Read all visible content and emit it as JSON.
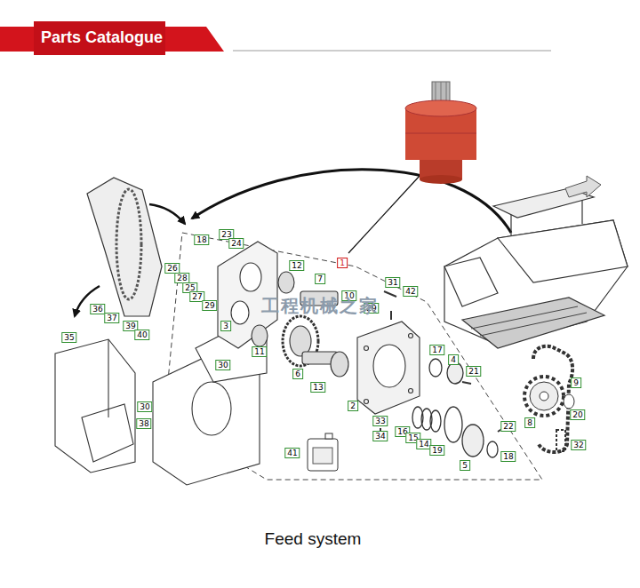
{
  "diagram": {
    "title": "Parts Catalogue",
    "caption": "Feed system",
    "labels": [
      "1",
      "18",
      "23",
      "24",
      "12",
      "7",
      "26",
      "28",
      "25",
      "27",
      "29",
      "3",
      "10",
      "31",
      "42",
      "29",
      "36",
      "37",
      "39",
      "40",
      "35",
      "11",
      "6",
      "13",
      "17",
      "4",
      "21",
      "9",
      "2",
      "30",
      "30",
      "38",
      "33",
      "34",
      "16",
      "15",
      "14",
      "22",
      "20",
      "19",
      "8",
      "41",
      "5",
      "18",
      "32",
      "工程机械之家"
    ]
  }
}
